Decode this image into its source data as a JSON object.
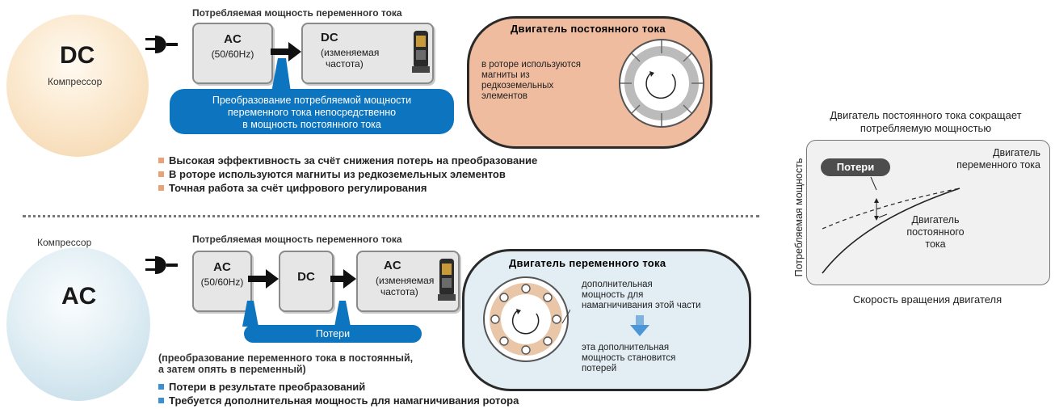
{
  "dc_section": {
    "sphere_title": "DC",
    "sphere_sub": "Компрессор",
    "power_label": "Потребляемая мощность переменного тока",
    "ac_box_title": "AC",
    "ac_box_sub": "(50/60Hz)",
    "dc_box_title": "DC",
    "dc_box_sub_1": "(изменяемая",
    "dc_box_sub_2": "частота)",
    "conversion_line_1": "Преобразование потребляемой мощности",
    "conversion_line_2": "переменного тока непосредственно",
    "conversion_line_3": "в мощность постоянного тока",
    "motor_title": "Двигатель постоянного тока",
    "motor_text_1": "в роторе используются",
    "motor_text_2": "магниты из",
    "motor_text_3": "редкоземельных",
    "motor_text_4": "элементов",
    "bullets": [
      "Высокая эффективность за счёт снижения потерь на преобразование",
      "В роторе используются магниты из редкоземельных элементов",
      "Точная работа за счёт цифрового регулирования"
    ]
  },
  "ac_section": {
    "sphere_title": "AC",
    "sphere_sub": "Компрессор",
    "power_label": "Потребляемая мощность переменного тока",
    "ac_box_title": "AC",
    "ac_box_sub": "(50/60Hz)",
    "dc_box_title": "DC",
    "ac2_box_title": "AC",
    "ac2_box_sub_1": "(изменяемая",
    "ac2_box_sub_2": "частота)",
    "losses_label": "Потери",
    "note_1": "(преобразование переменного тока в постоянный,",
    "note_2": "а затем опять в переменный)",
    "motor_title": "Двигатель переменного тока",
    "motor_text_1": "дополнительная",
    "motor_text_2": "мощность для",
    "motor_text_3": "намагничивания этой части",
    "motor_text_4": "эта дополнительная",
    "motor_text_5": "мощность становится",
    "motor_text_6": "потерей",
    "bullets": [
      "Потери в результате преобразований",
      "Требуется дополнительная мощность для намагничивания ротора"
    ]
  },
  "graph": {
    "title_1": "Двигатель постоянного тока сокращает",
    "title_2": "потребляемую мощностью",
    "ylabel": "Потребляемая мощность",
    "xlabel": "Скорость вращения двигателя",
    "losses_badge": "Потери",
    "ac_line_label_1": "Двигатель",
    "ac_line_label_2": "переменного тока",
    "dc_line_label_1": "Двигатель",
    "dc_line_label_2": "постоянного",
    "dc_line_label_3": "тока"
  },
  "colors": {
    "blue": "#0d74bf",
    "dc_panel": "#f0bc9f",
    "ac_panel": "#e2edf4",
    "bullet_orange": "#e8a27a",
    "bullet_blue": "#3e8fd0"
  },
  "icons": [
    "plug-icon",
    "compressor-icon",
    "arrow-icon",
    "rotor-icon"
  ]
}
